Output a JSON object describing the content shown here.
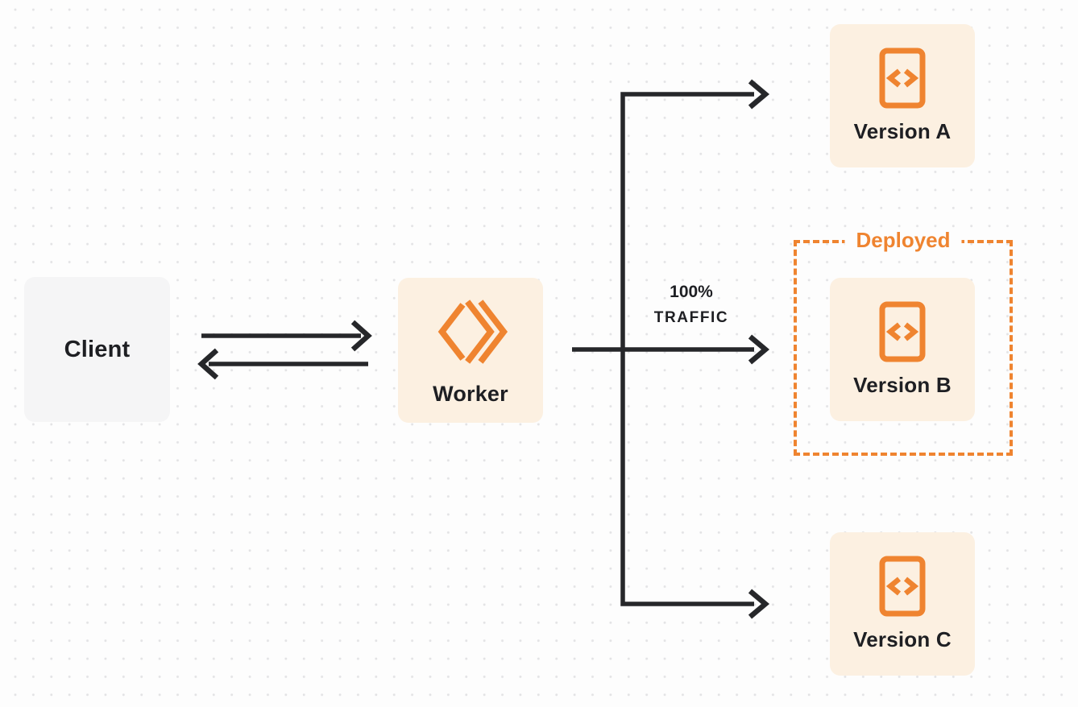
{
  "colors": {
    "accent": "#EF8430",
    "node_cream_bg": "#FCF0E1",
    "client_bg": "#F5F5F6",
    "arrow": "#26272A",
    "text": "#1E1F23",
    "page_bg": "#FDFDFD",
    "dot": "#E3E3E5"
  },
  "nodes": {
    "client": {
      "label": "Client"
    },
    "worker": {
      "label": "Worker",
      "icon": "workers-logo-icon"
    },
    "version_a": {
      "label": "Version A",
      "icon": "code-file-icon"
    },
    "version_b": {
      "label": "Version B",
      "icon": "code-file-icon"
    },
    "version_c": {
      "label": "Version C",
      "icon": "code-file-icon"
    }
  },
  "annotations": {
    "deployed_label": "Deployed",
    "traffic": {
      "line1": "100%",
      "line2": "TRAFFIC"
    }
  }
}
